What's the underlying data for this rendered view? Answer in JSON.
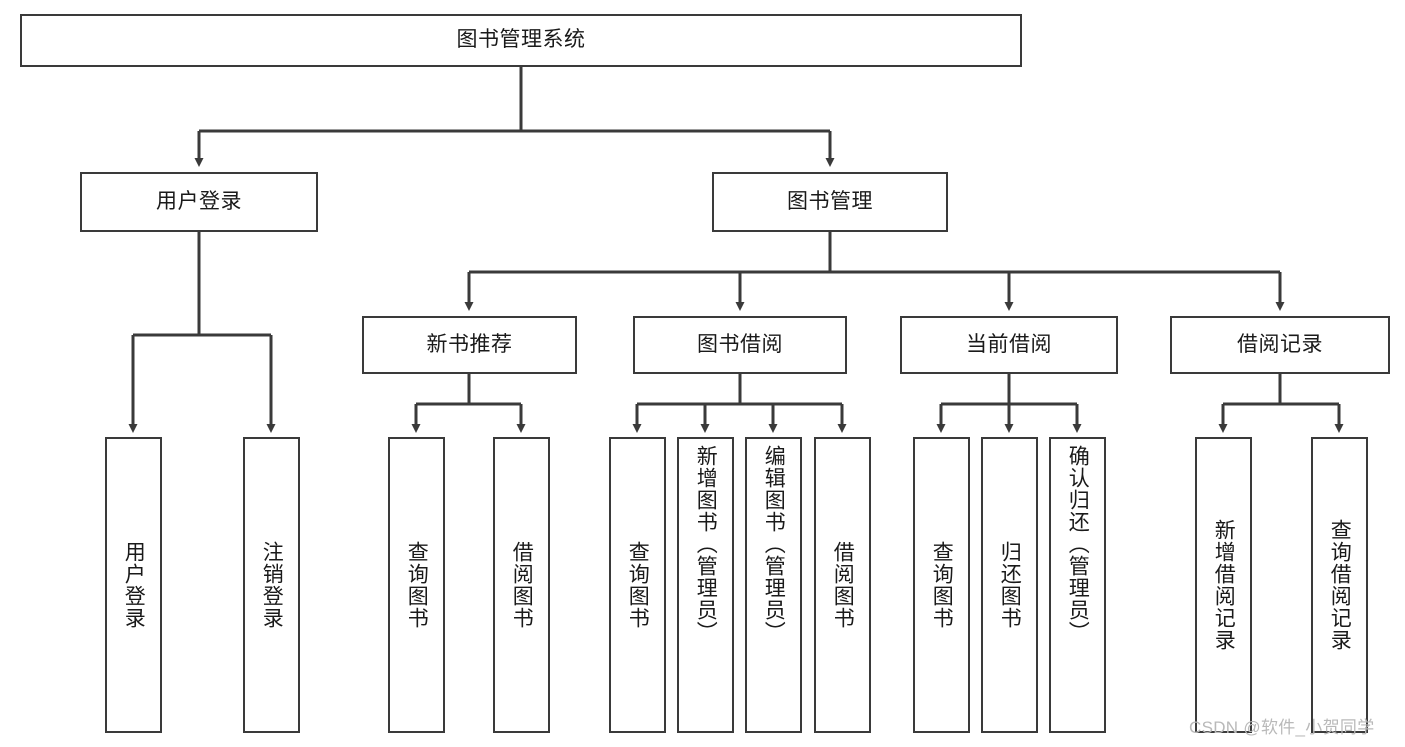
{
  "diagram": {
    "type": "hierarchy-tree",
    "title": "图书管理系统",
    "watermark": "CSDN @软件_小贺同学",
    "colors": {
      "box_border": "#3a3a3a",
      "box_fill": "#ffffff",
      "connector": "#3a3a3a",
      "text": "#1a1a1a",
      "watermark": "#b9b9b9"
    },
    "root": {
      "label": "图书管理系统"
    },
    "tier2": [
      {
        "label": "用户登录"
      },
      {
        "label": "图书管理"
      }
    ],
    "tier3": [
      {
        "label": "新书推荐"
      },
      {
        "label": "图书借阅"
      },
      {
        "label": "当前借阅"
      },
      {
        "label": "借阅记录"
      }
    ],
    "leaves": {
      "user_login": [
        {
          "label": "用户登录"
        },
        {
          "label": "注销登录"
        }
      ],
      "new_book_recommend": [
        {
          "label": "查询图书"
        },
        {
          "label": "借阅图书"
        }
      ],
      "book_borrow": [
        {
          "label": "查询图书"
        },
        {
          "label": "新增图书（管理员）"
        },
        {
          "label": "编辑图书（管理员）"
        },
        {
          "label": "借阅图书"
        }
      ],
      "current_borrow": [
        {
          "label": "查询图书"
        },
        {
          "label": "归还图书"
        },
        {
          "label": "确认归还（管理员）"
        }
      ],
      "borrow_record": [
        {
          "label": "新增借阅记录"
        },
        {
          "label": "查询借阅记录"
        }
      ]
    }
  }
}
